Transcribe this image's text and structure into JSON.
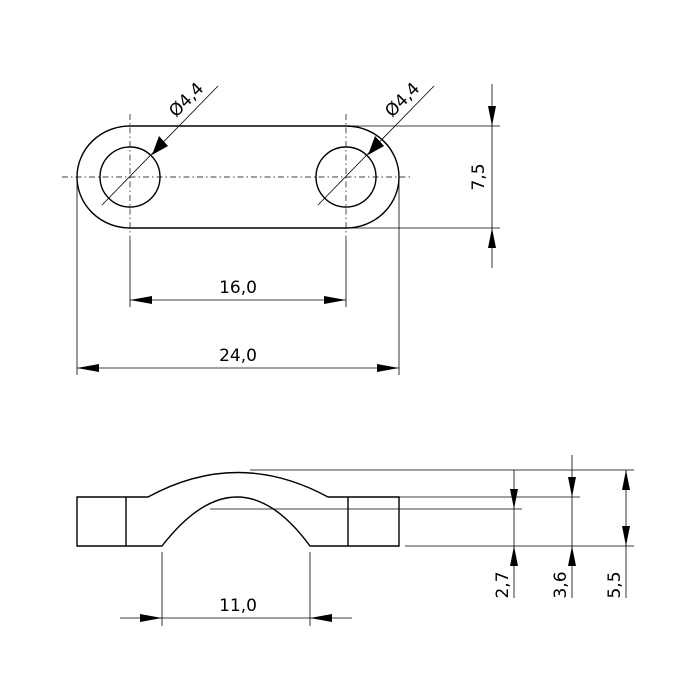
{
  "top_view": {
    "hole_left_dia": "Ø4,4",
    "hole_right_dia": "Ø4,4",
    "height_dim": "7,5",
    "pitch_dim": "16,0",
    "length_dim": "24,0"
  },
  "side_view": {
    "arch_width_dim": "11,0",
    "dim_a": "2,7",
    "dim_b": "3,6",
    "dim_c": "5,5"
  }
}
